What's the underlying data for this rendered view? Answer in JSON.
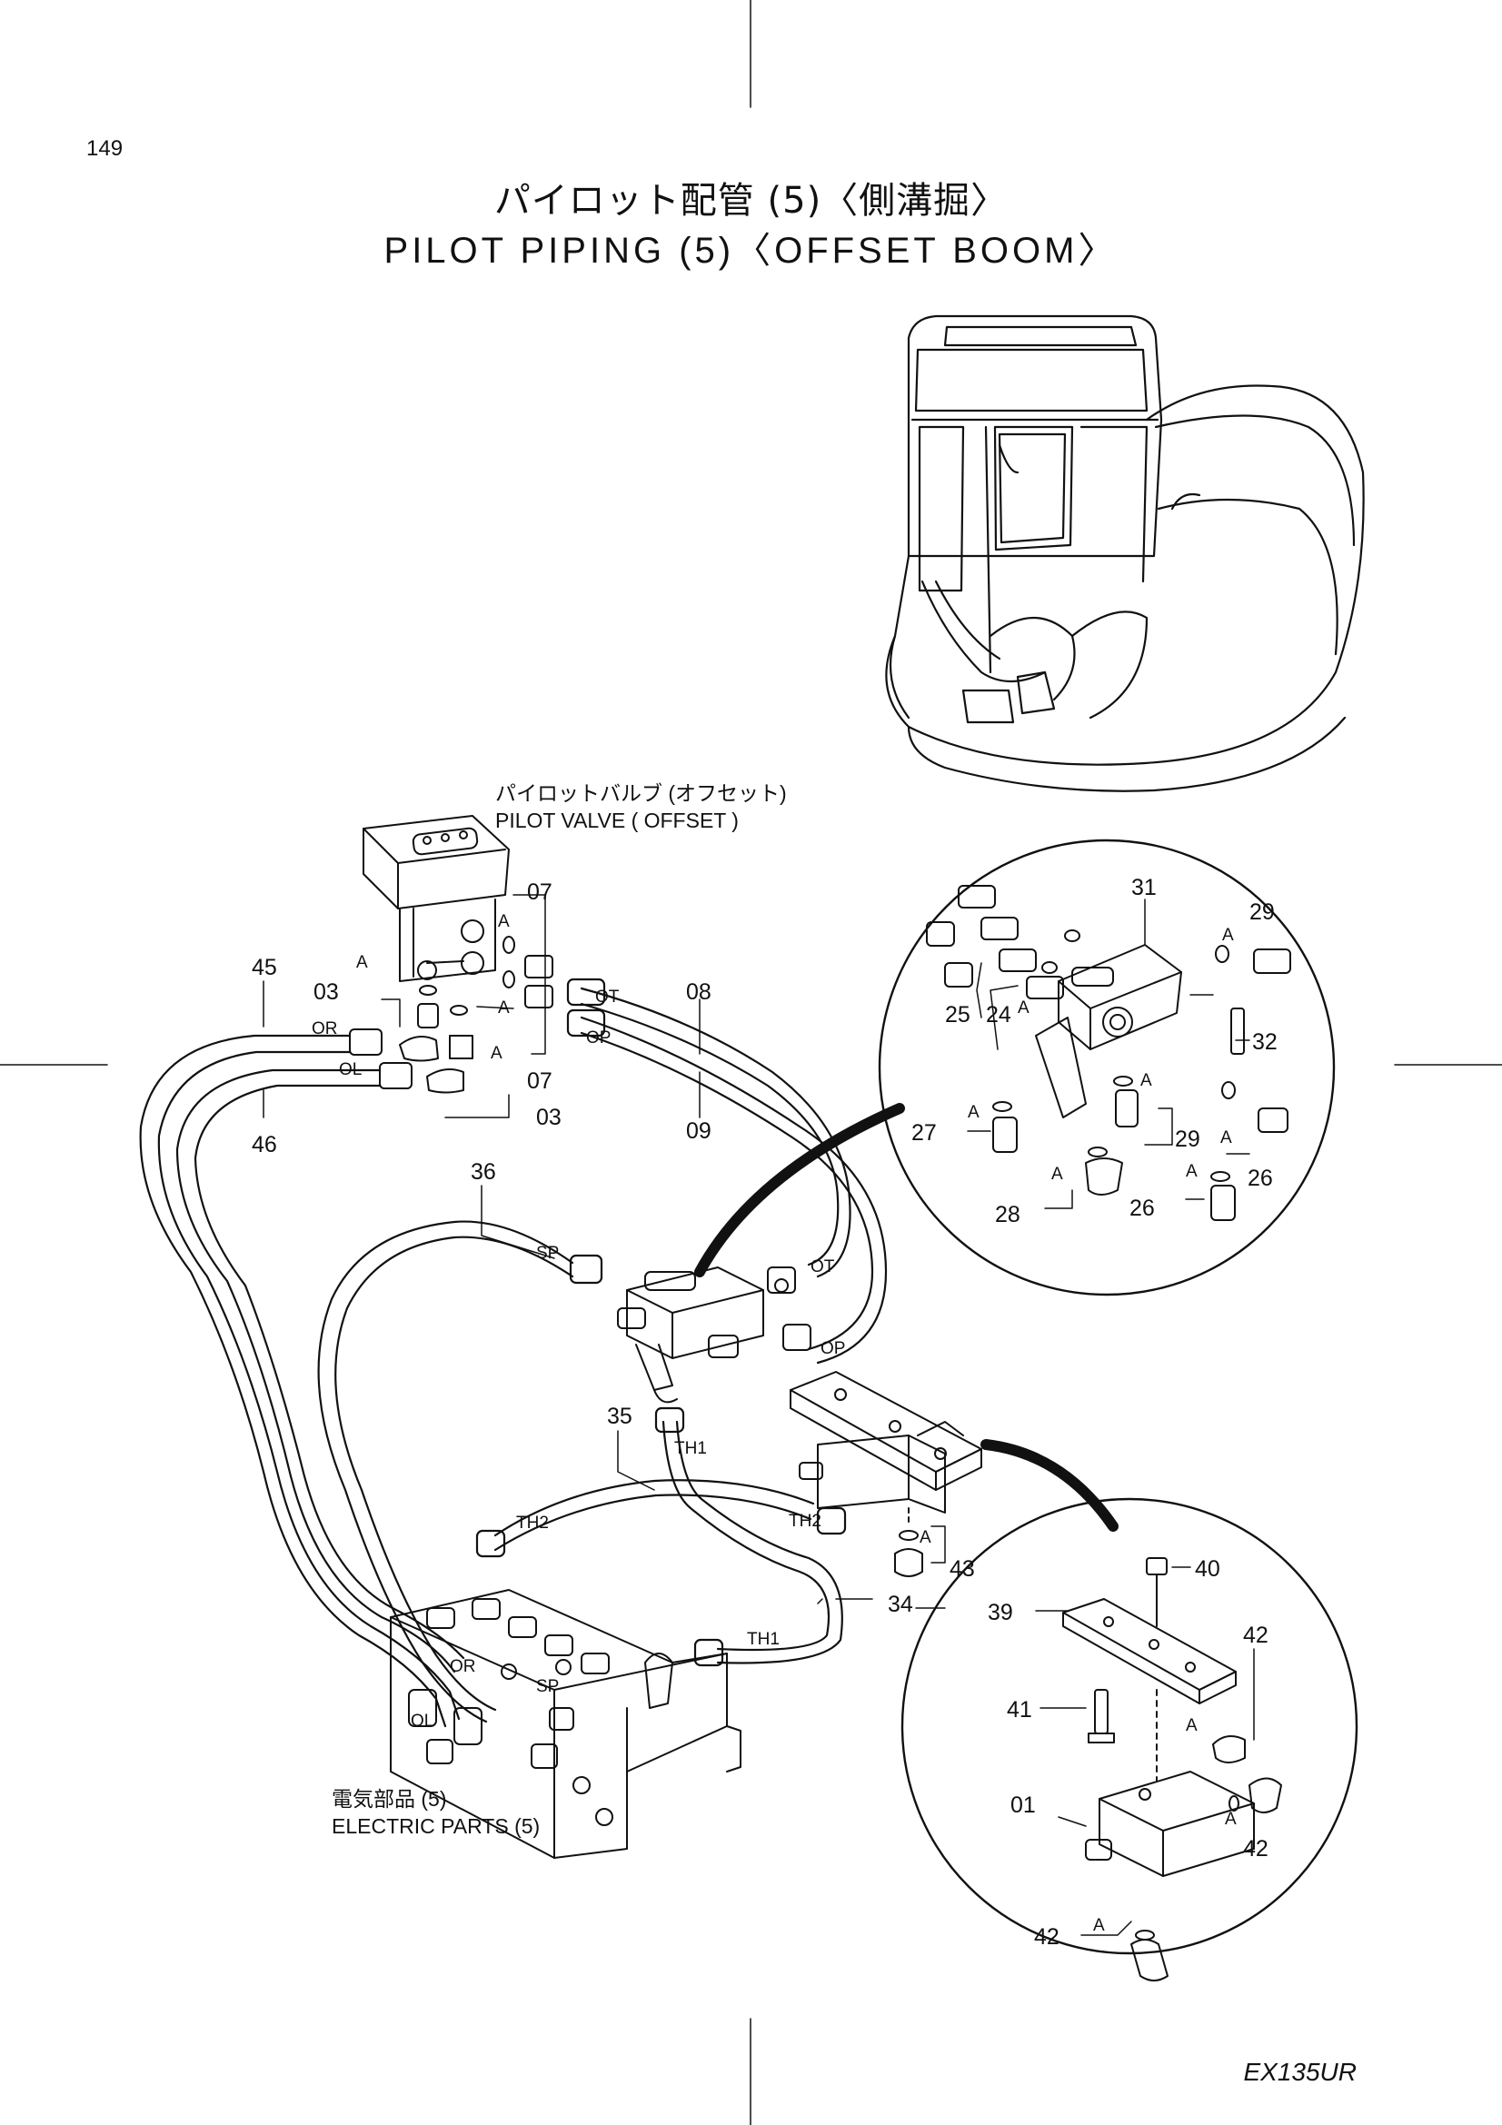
{
  "page_number": "149",
  "title_jp": "パイロット配管 (5)〈側溝掘〉",
  "title_en": "PILOT PIPING (5)〈OFFSET BOOM〉",
  "model": "EX135UR",
  "captions": {
    "pilot_valve_jp": "パイロットバルブ (オフセット)",
    "pilot_valve_en": "PILOT VALVE ( OFFSET )",
    "electric_jp": "電気部品 (5)",
    "electric_en": "ELECTRIC PARTS (5)"
  },
  "callouts": [
    "01",
    "03",
    "07",
    "08",
    "09",
    "24",
    "25",
    "26",
    "27",
    "28",
    "29",
    "31",
    "32",
    "34",
    "35",
    "36",
    "39",
    "40",
    "41",
    "42",
    "43",
    "45",
    "46"
  ],
  "ports": [
    "A",
    "OR",
    "OL",
    "OT",
    "OP",
    "SP",
    "TH1",
    "TH2"
  ]
}
